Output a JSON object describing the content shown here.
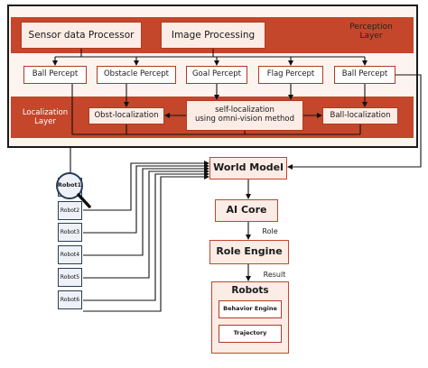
{
  "perception": {
    "sensor_processor": "Sensor data Processor",
    "image_processing": "Image Processing",
    "layer_label_line1": "Perception",
    "layer_label_line2": "Layer",
    "percepts": [
      "Ball Percept",
      "Obstacle Percept",
      "Goal Percept",
      "Flag Percept",
      "Ball Percept"
    ]
  },
  "localization": {
    "layer_label_line1": "Localization",
    "layer_label_line2": "Layer",
    "obst": "Obst-localization",
    "self_line1": "self-localization",
    "self_line2": "using omni-vision method",
    "ball": "Ball-localization"
  },
  "robots_list": [
    "Robot1",
    "Robot2",
    "Robot3",
    "Robot4",
    "Robot5",
    "Robot6"
  ],
  "world_model": "World Model",
  "ai_core": "AI Core",
  "role_label": "Role",
  "role_engine": "Role Engine",
  "result_label": "Result",
  "robots_block": {
    "title": "Robots",
    "behavior_engine": "Behavior Engine",
    "trajectory": "Trajectory"
  },
  "colors": {
    "band": "#c4462b",
    "box_fill": "#fbece6",
    "box_border": "#b23a22",
    "robot_border": "#2a3d55"
  }
}
